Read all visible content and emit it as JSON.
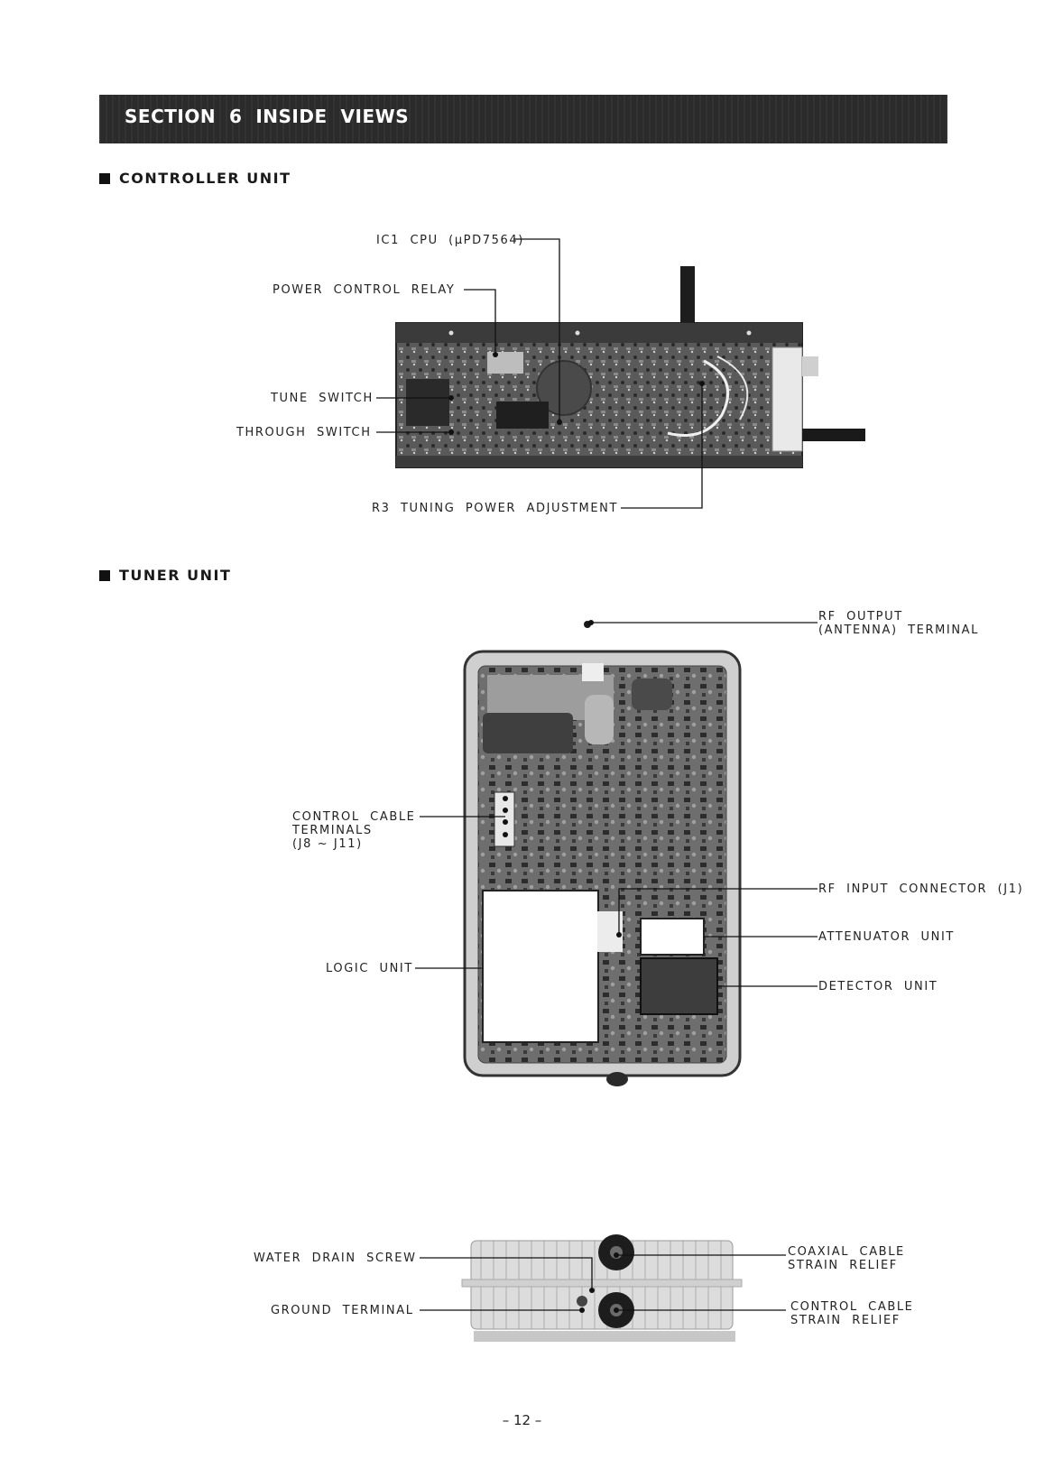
{
  "header": {
    "section_title": "SECTION  6  INSIDE  VIEWS"
  },
  "controller": {
    "heading": "CONTROLLER  UNIT",
    "labels": {
      "ic1_cpu": "IC1  CPU  (μPD7564)",
      "power_relay": "POWER  CONTROL  RELAY",
      "tune_switch": "TUNE  SWITCH",
      "through_switch": "THROUGH  SWITCH",
      "r3_adjust": "R3  TUNING  POWER  ADJUSTMENT"
    }
  },
  "tuner": {
    "heading": "TUNER  UNIT",
    "labels": {
      "rf_output": "RF  OUTPUT\n(ANTENNA)  TERMINAL",
      "control_cable_terminals": "CONTROL  CABLE\nTERMINALS\n(J8 ~ J11)",
      "rf_input": "RF  INPUT  CONNECTOR  (J1)",
      "attenuator": "ATTENUATOR  UNIT",
      "logic": "LOGIC  UNIT",
      "detector": "DETECTOR  UNIT"
    }
  },
  "bottom_view": {
    "labels": {
      "water_drain": "WATER  DRAIN  SCREW",
      "ground": "GROUND  TERMINAL",
      "coaxial": "COAXIAL  CABLE\nSTRAIN  RELIEF",
      "control_cable": "CONTROL  CABLE\nSTRAIN  RELIEF"
    }
  },
  "footer": {
    "page_number": "– 12 –"
  }
}
